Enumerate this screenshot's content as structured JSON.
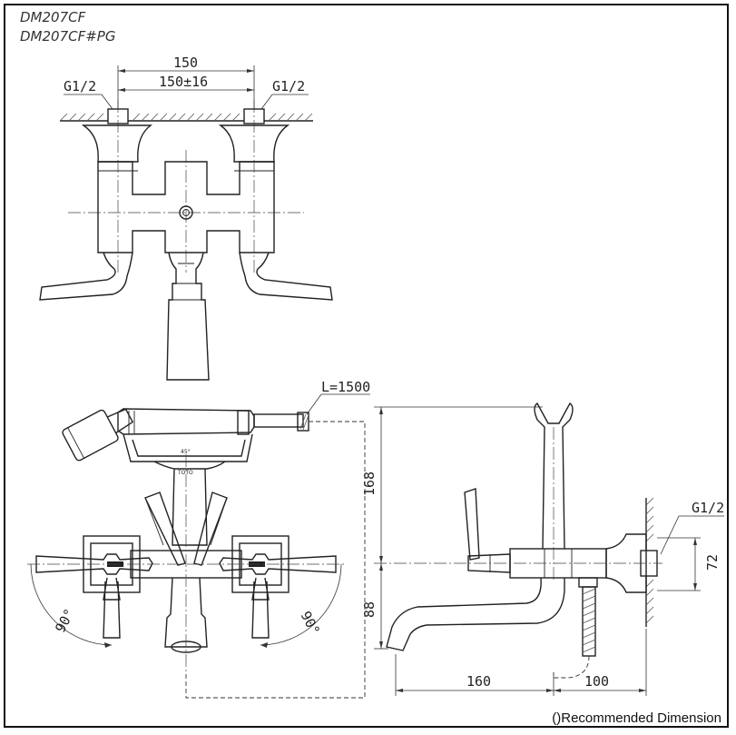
{
  "models": [
    "DM207CF",
    "DM207CF#PG"
  ],
  "labels": {
    "thread_left": "G1/2",
    "thread_right": "G1/2",
    "thread_side": "G1/2",
    "hose_length": "L=1500",
    "angle_45": "45°"
  },
  "dimensions": {
    "centers": "150",
    "centers_tolerance": "150±16",
    "handle_swing_left": "90°",
    "handle_swing_right": "90°",
    "height_upper": "168",
    "height_lower": "88",
    "side_width": "72",
    "spout_reach": "160",
    "wall_projection": "100"
  },
  "footnote": "()Recommended Dimension"
}
